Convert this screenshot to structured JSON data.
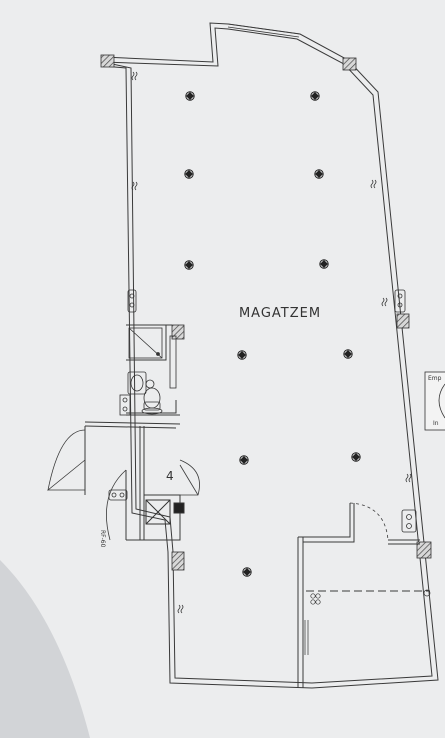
{
  "plan": {
    "room_label": "MAGATZEM",
    "room_number": "4",
    "door_rating": "RF-60",
    "legend_fragment_top": "Emp",
    "legend_fragment_bottom": "In"
  },
  "colors": {
    "paper": "#eceded",
    "wall": "#3a3a3a",
    "hatch": "#555555",
    "shadow": "#cfd1d4"
  },
  "symbols": {
    "ceiling_light": "ceiling-light-icon",
    "radiator": "radiator-icon",
    "electrical_panel": "electrical-panel-icon",
    "toilet": "toilet-icon",
    "sink": "sink-icon",
    "shower": "shower-tray-icon",
    "elevator": "elevator-icon",
    "fire_hose": "fire-hose-icon"
  }
}
